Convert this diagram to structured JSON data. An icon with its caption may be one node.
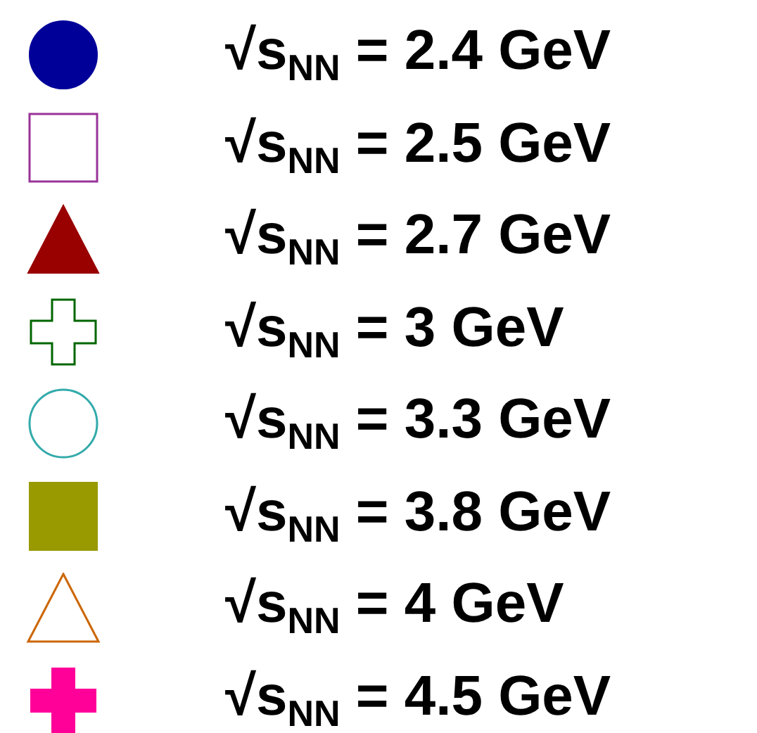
{
  "diagram": {
    "legend": [
      {
        "text": "√s$_{NN}$ = 2.4 GeV"
      },
      {
        "text": "√s$_{NN}$ = 2.5 GeV"
      },
      {
        "text": "√s$_{NN}$ = 2.7 GeV"
      },
      {
        "text": "√s$_{NN}$ = 3 GeV"
      },
      {
        "text": "√s$_{NN}$ = 3.3 GeV"
      },
      {
        "text": "√s$_{NN}$ = 3.8 GeV"
      },
      {
        "text": "√s$_{NN}$ = 4 GeV"
      },
      {
        "text": "√s$_{NN}$ = 4.5 GeV"
      }
    ]
  }
}
